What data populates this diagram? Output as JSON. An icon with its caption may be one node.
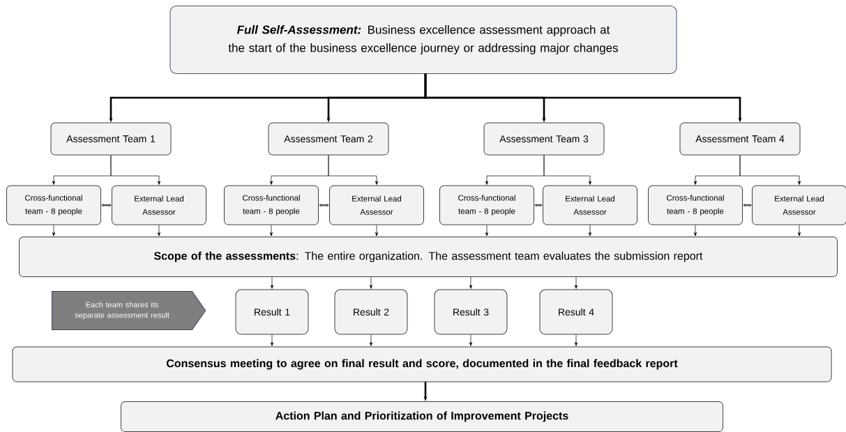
{
  "diagram": {
    "nodes": [
      {
        "text": [
          "Full Self-Assessment:",
          "Business excellence assessment approach at the start of the business excellence journey or addressing major changes"
        ]
      },
      {
        "text": [
          "Assessment Team 1"
        ]
      },
      {
        "text": [
          "Assessment Team 2"
        ]
      },
      {
        "text": [
          "Assessment Team 3"
        ]
      },
      {
        "text": [
          "Assessment Team 4"
        ]
      },
      {
        "text": [
          "Cross-functional team - 8 people"
        ]
      },
      {
        "text": [
          "External Lead Assessor"
        ]
      },
      {
        "text": [
          "Cross-functional team - 8 people"
        ]
      },
      {
        "text": [
          "External Lead Assessor"
        ]
      },
      {
        "text": [
          "Cross-functional team - 8 people"
        ]
      },
      {
        "text": [
          "External Lead Assessor"
        ]
      },
      {
        "text": [
          "Cross-functional team - 8 people"
        ]
      },
      {
        "text": [
          "External Lead Assessor"
        ]
      },
      {
        "text": [
          "**Scope of the assessments**: The entire organization. The assessment team evaluates the submission report"
        ]
      },
      {
        "text": [
          "Each team shares its separate assessment result"
        ]
      },
      {
        "text": [
          "Result 1"
        ]
      },
      {
        "text": [
          "Result 2"
        ]
      },
      {
        "text": [
          "Result 3"
        ]
      },
      {
        "text": [
          "Result 4"
        ]
      },
      {
        "text": [
          "Consensus meeting to agree on final result and score, documented in the final feedback report"
        ]
      },
      {
        "text": [
          "Action Plan and Prioritization of Improvement Projects"
        ]
      }
    ],
    "edges": [
      {
        "from": 0,
        "to": 1,
        "arrow": "to",
        "style": "thick"
      },
      {
        "from": 0,
        "to": 2,
        "arrow": "to",
        "style": "thick"
      },
      {
        "from": 0,
        "to": 3,
        "arrow": "to",
        "style": "thick"
      },
      {
        "from": 0,
        "to": 4,
        "arrow": "to",
        "style": "thick"
      },
      {
        "from": 1,
        "to": 5,
        "arrow": "to"
      },
      {
        "from": 1,
        "to": 6,
        "arrow": "to"
      },
      {
        "from": 2,
        "to": 7,
        "arrow": "to"
      },
      {
        "from": 2,
        "to": 8,
        "arrow": "to"
      },
      {
        "from": 3,
        "to": 9,
        "arrow": "to"
      },
      {
        "from": 3,
        "to": 10,
        "arrow": "to"
      },
      {
        "from": 4,
        "to": 11,
        "arrow": "to"
      },
      {
        "from": 4,
        "to": 12,
        "arrow": "to"
      },
      {
        "from": 5,
        "to": 6,
        "arrow": "both",
        "style": "thick",
        "color": "#595959"
      },
      {
        "from": 7,
        "to": 8,
        "arrow": "both",
        "style": "thick",
        "color": "#595959"
      },
      {
        "from": 9,
        "to": 10,
        "arrow": "both",
        "style": "thick",
        "color": "#595959"
      },
      {
        "from": 11,
        "to": 12,
        "arrow": "both",
        "style": "thick",
        "color": "#595959"
      },
      {
        "from": 5,
        "to": 13,
        "arrow": "to"
      },
      {
        "from": 6,
        "to": 13,
        "arrow": "to"
      },
      {
        "from": 7,
        "to": 13,
        "arrow": "to"
      },
      {
        "from": 8,
        "to": 13,
        "arrow": "to"
      },
      {
        "from": 9,
        "to": 13,
        "arrow": "to"
      },
      {
        "from": 10,
        "to": 13,
        "arrow": "to"
      },
      {
        "from": 11,
        "to": 13,
        "arrow": "to"
      },
      {
        "from": 12,
        "to": 13,
        "arrow": "to"
      },
      {
        "from": 13,
        "to": 15,
        "arrow": "to"
      },
      {
        "from": 13,
        "to": 16,
        "arrow": "to"
      },
      {
        "from": 13,
        "to": 17,
        "arrow": "to"
      },
      {
        "from": 13,
        "to": 18,
        "arrow": "to"
      },
      {
        "from": 15,
        "to": 19,
        "arrow": "to"
      },
      {
        "from": 16,
        "to": 19,
        "arrow": "to"
      },
      {
        "from": 17,
        "to": 19,
        "arrow": "to"
      },
      {
        "from": 18,
        "to": 19,
        "arrow": "to"
      },
      {
        "from": 19,
        "to": 20,
        "arrow": "to",
        "style": "thick"
      }
    ]
  }
}
